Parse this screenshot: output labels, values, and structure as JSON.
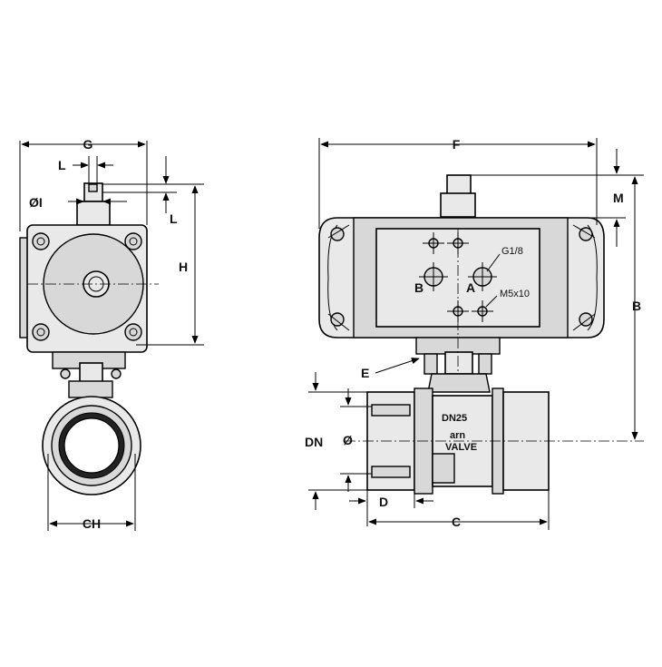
{
  "labels": {
    "G": "G",
    "L_top": "L",
    "phi_I": "ØI",
    "L_side": "L",
    "H": "H",
    "CH": "CH",
    "F": "F",
    "M": "M",
    "B": "B",
    "E": "E",
    "DN": "DN",
    "phi": "Ø",
    "D": "D",
    "C": "C"
  },
  "port_labels": {
    "port_a": "A",
    "port_b": "B",
    "g_thread": "G1/8",
    "m_thread": "M5x10"
  },
  "body_marks": {
    "size": "DN25",
    "brand": "arn",
    "brand_sub": "VALVE"
  },
  "colors": {
    "line": "#000000",
    "fill_light": "#e9e9e9",
    "fill_mid": "#d8d8d8",
    "background": "#ffffff"
  }
}
